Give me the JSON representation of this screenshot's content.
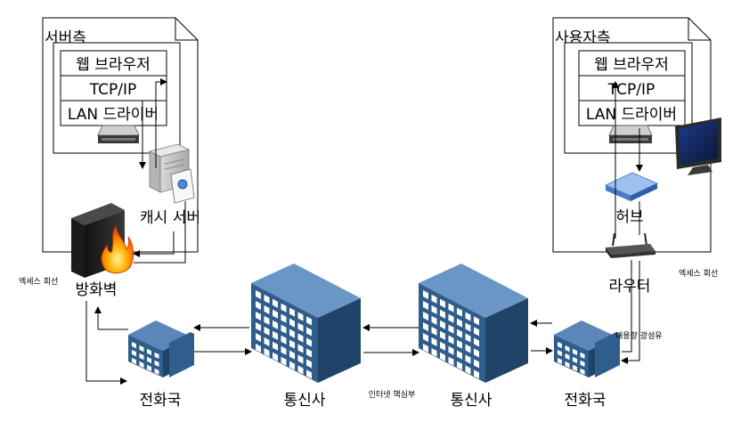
{
  "server_side": {
    "title": "서버측",
    "layers": [
      "웹 브라우저",
      "TCP/IP",
      "LAN 드라이버"
    ],
    "cache_server": "캐시 서버",
    "firewall": "방화벽"
  },
  "client_side": {
    "title": "사용자측",
    "layers": [
      "웹 브라우저",
      "TCP/IP",
      "LAN 드라이버"
    ],
    "hub": "허브",
    "router": "라우터"
  },
  "network": {
    "left_phone_office": "전화국",
    "left_carrier": "통신사",
    "right_carrier": "통신사",
    "right_phone_office": "전화국",
    "left_access_line": "엑세스 회선",
    "right_access_line": "엑세스 회선",
    "internet_core": "인터넷 핵심부",
    "high_capacity_fiber": "대용량 광섬유"
  },
  "colors": {
    "building": "#2f5d8c",
    "building_dark": "#1f4369",
    "window": "#ffffff",
    "flame": "#ff6a00",
    "hub": "#5b8fd6"
  }
}
